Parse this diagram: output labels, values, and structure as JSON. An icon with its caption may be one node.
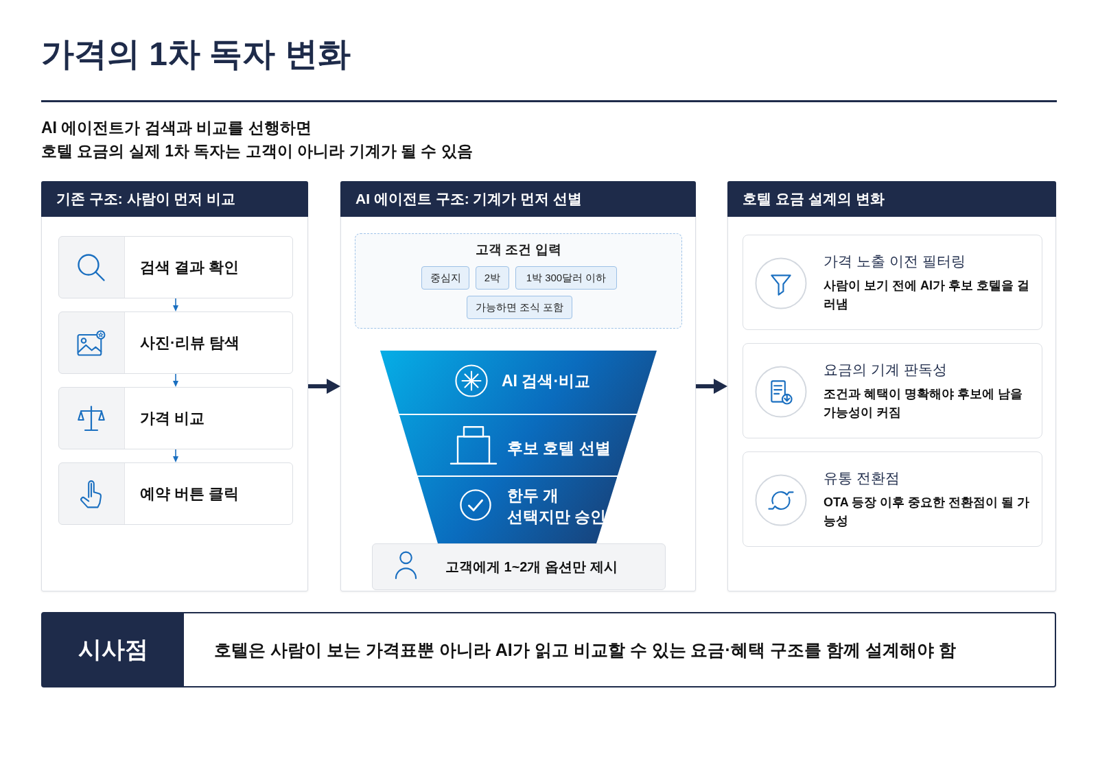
{
  "diagram": {
    "title": "가격의 1차 독자 변화",
    "nodes": [
      {
        "text": [
          "기존 구조: 사람이 먼저 비교"
        ]
      },
      {
        "text": [
          "검색 결과 확인"
        ],
        "in": 0
      },
      {
        "text": [
          "사진·리뷰 탐색"
        ],
        "in": 0
      },
      {
        "text": [
          "가격 비교"
        ],
        "in": 0
      },
      {
        "text": [
          "예약 버튼 클릭"
        ],
        "in": 0
      },
      {
        "text": [
          "AI 에이전트 구조: 기계가 먼저 선별"
        ]
      },
      {
        "text": [
          "고객 조건 입력"
        ],
        "in": 5
      },
      {
        "text": [
          "중심지"
        ],
        "in": 6
      },
      {
        "text": [
          "2박"
        ],
        "in": 6
      },
      {
        "text": [
          "1박 300달러 이하"
        ],
        "in": 6
      },
      {
        "text": [
          "가능하면 조식 포함"
        ],
        "in": 6
      },
      {
        "text": [
          "AI 검색·비교"
        ],
        "in": 5
      },
      {
        "text": [
          "후보 호텔 선별"
        ],
        "in": 5
      },
      {
        "text": [
          "한두 개 선택지만 승인"
        ],
        "in": 5
      },
      {
        "text": [
          "고객에게 1~2개 옵션만 제시"
        ],
        "in": 5
      },
      {
        "text": [
          "호텔 요금 설계의 변화"
        ]
      },
      {
        "text": [
          "가격 노출 이전 필터링",
          "사람이 보기 전에 AI가 후보 호텔을 걸러냄"
        ],
        "in": 15
      },
      {
        "text": [
          "요금의 기계 판독성",
          "조건과 혜택이 명확해야 후보에 남을 가능성이 커짐"
        ],
        "in": 15
      },
      {
        "text": [
          "유통 전환점",
          "OTA 등장 이후 중요한 전환점이 될 가능성"
        ],
        "in": 15
      },
      {
        "text": [
          "시사점",
          "호텔은 사람이 보는 가격표뿐 아니라 AI가 읽고 비교할 수 있는 요금·혜택 구조를 함께 설계해야 함"
        ]
      }
    ],
    "edges": [
      {
        "from": 1,
        "to": 2,
        "arrow": "to"
      },
      {
        "from": 2,
        "to": 3,
        "arrow": "to"
      },
      {
        "from": 3,
        "to": 4,
        "arrow": "to"
      },
      {
        "from": 0,
        "to": 5,
        "arrow": "to",
        "style": "thick",
        "color": "#1e2b4a"
      },
      {
        "from": 5,
        "to": 15,
        "arrow": "to",
        "style": "thick",
        "color": "#1e2b4a"
      }
    ],
    "labels": [
      "AI 에이전트가 검색과 비교를 선행하면",
      "호텔 요금의 실제 1차 독자는 고객이 아니라 기계가 될 수 있음"
    ]
  }
}
